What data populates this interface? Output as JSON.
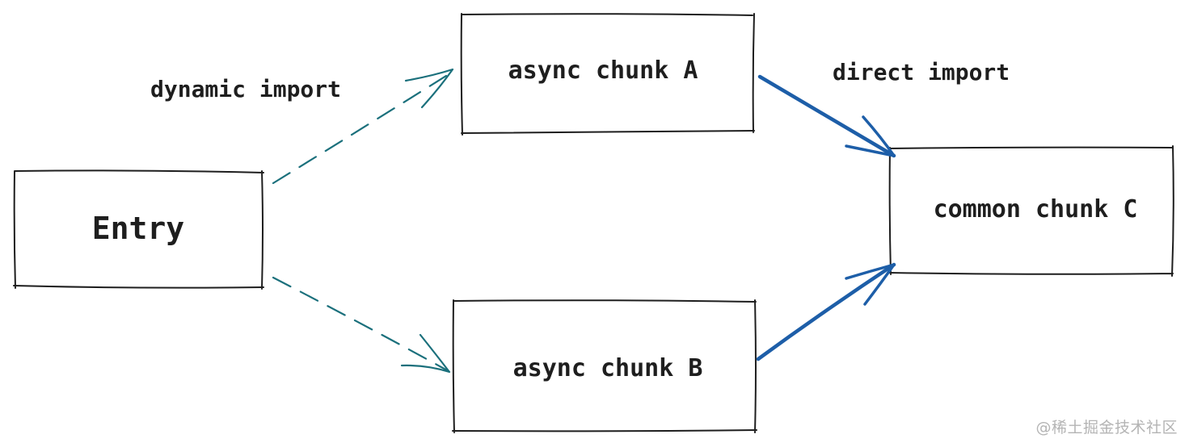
{
  "colors": {
    "stroke": "#1e1e1e",
    "dashed_arrow": "#1b707c",
    "solid_arrow": "#1d5ea8",
    "watermark": "#b4b4b4"
  },
  "nodes": {
    "entry": "Entry",
    "async_a": "async chunk A",
    "async_b": "async chunk B",
    "common_c": "common chunk C"
  },
  "edge_labels": {
    "dynamic": "dynamic import",
    "direct": "direct import"
  },
  "watermark": "@稀土掘金技术社区"
}
